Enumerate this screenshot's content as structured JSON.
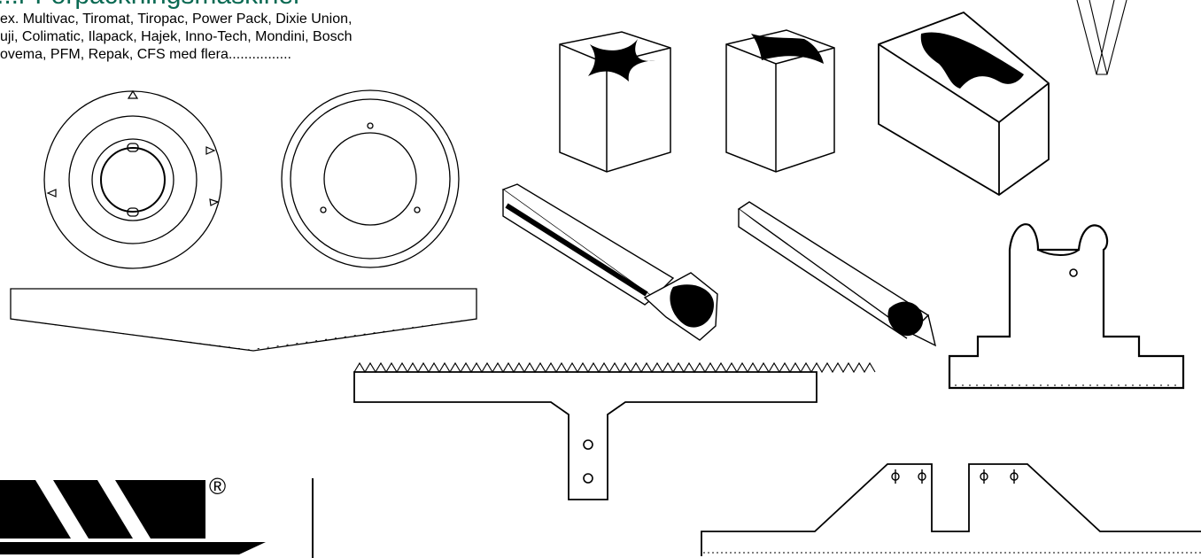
{
  "header": {
    "title": "...r Förpackningsmaskiner",
    "description_lines": [
      "ex. Multivac, Tiromat, Tiropac, Power Pack, Dixie Union,",
      "uji, Colimatic, Ilapack, Hajek, Inno-Tech, Mondini, Bosch",
      "ovema, PFM, Repak, CFS med flera................"
    ]
  },
  "logo": {
    "registered_mark": "®"
  },
  "colors": {
    "heading": "#0a6a53",
    "line_art": "#000000",
    "background": "#ffffff"
  }
}
